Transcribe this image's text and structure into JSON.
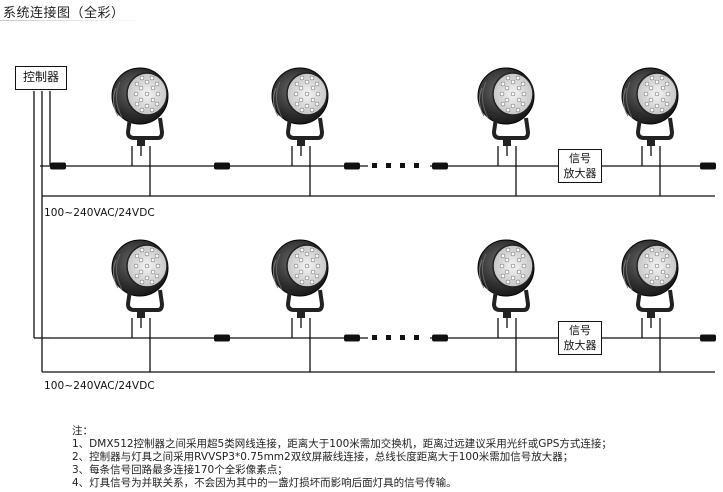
{
  "title": "系统连接图（全彩）",
  "controller_label": "控制器",
  "amplifier": {
    "line1": "信号",
    "line2": "放大器"
  },
  "power_label": "100~240VAC/24VDC",
  "notes": {
    "heading": "注：",
    "items": [
      "1、DMX512控制器之间采用超5类网线连接，距离大于100米需加交换机，距离过远建议采用光纤或GPS方式连接；",
      "2、控制器与灯具之间采用RVVSP3*0.75mm2双纹屏蔽线连接，总线长度距离大于100米需加信号放大器；",
      "3、每条信号回路最多连接170个全彩像素点；",
      "4、灯具信号为并联关系，不会因为其中的一盏灯损坏而影响后面灯具的信号传输。"
    ]
  },
  "colors": {
    "line": "#111111",
    "fixture_dark": "#2a2a2a",
    "led": "#e8e8e8"
  },
  "icons": [
    "spotlight-fixture-icon",
    "signal-connector-icon",
    "ellipsis-dots"
  ]
}
